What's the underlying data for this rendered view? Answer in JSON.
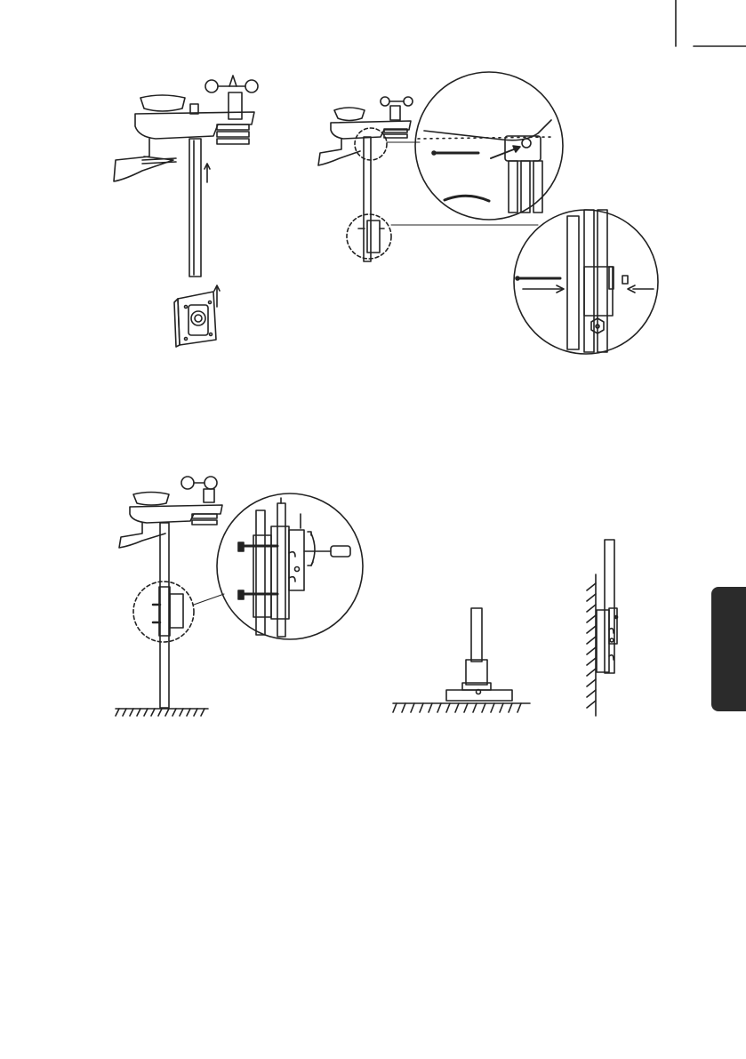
{
  "page": {
    "side_tab": {
      "color": "#2b2b2b"
    },
    "illustrations": [
      "weather-station-mount-pole-assembly",
      "weather-station-screw-detail",
      "weather-station-pole-clamp-mount",
      "ground-base-mount",
      "wall-mount"
    ]
  },
  "colors": {
    "line": "#222222",
    "background": "#ffffff"
  }
}
